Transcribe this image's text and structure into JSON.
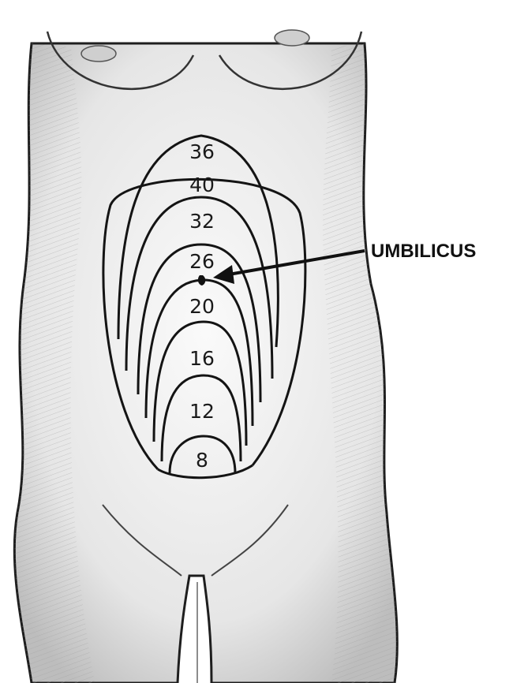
{
  "diagram": {
    "callout": "UMBILICUS",
    "week_labels": [
      "36",
      "40",
      "32",
      "26",
      "20",
      "16",
      "12",
      "8"
    ]
  },
  "colors": {
    "skin": "#efefef",
    "outline": "#111111",
    "contour": "#141414",
    "shading": "#8a8a8a"
  }
}
